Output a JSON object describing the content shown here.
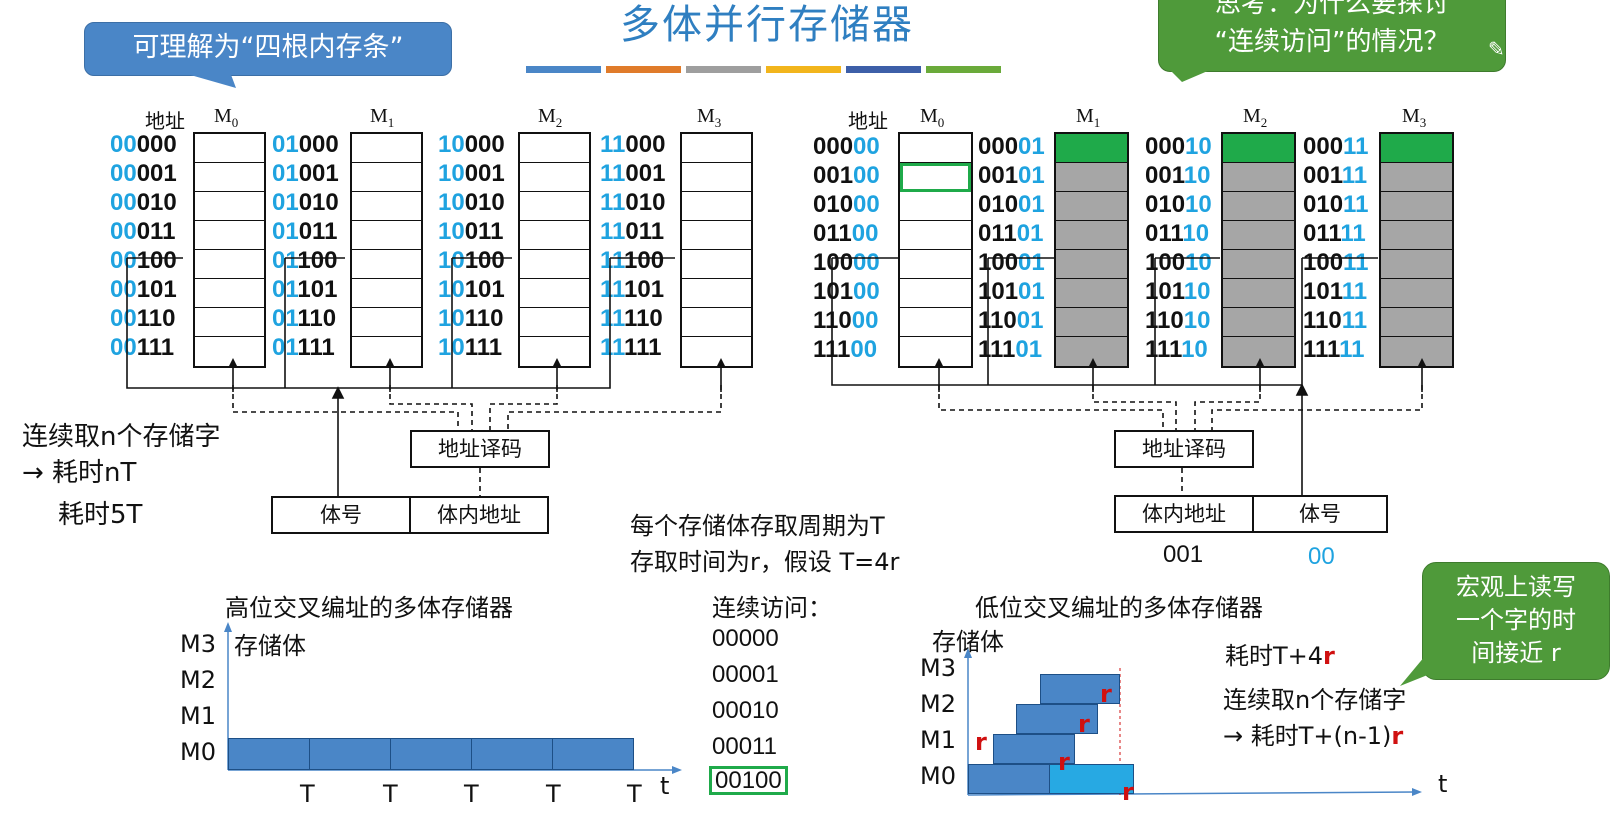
{
  "title": "多体并行存储器",
  "callout_left": "可理解为“四根内存条”",
  "callout_right_lines": [
    "思考：为什么要探讨",
    "“连续访问”的情况？"
  ],
  "callout_bottom_lines": [
    "宏观上读写",
    "一个字的时",
    "间接近 r"
  ],
  "accent_colors": [
    "#4a86c7",
    "#e07b2a",
    "#9e9e9e",
    "#f2b51c",
    "#3d5fa8",
    "#6aaa3a"
  ],
  "left_diagram": {
    "addr_label": "地址",
    "modules": [
      {
        "name": "M",
        "sub": "0",
        "prefix": "00",
        "suffixes": [
          "000",
          "001",
          "010",
          "011",
          "100",
          "101",
          "110",
          "111"
        ]
      },
      {
        "name": "M",
        "sub": "1",
        "prefix": "01",
        "suffixes": [
          "000",
          "001",
          "010",
          "011",
          "100",
          "101",
          "110",
          "111"
        ]
      },
      {
        "name": "M",
        "sub": "2",
        "prefix": "10",
        "suffixes": [
          "000",
          "001",
          "010",
          "011",
          "100",
          "101",
          "110",
          "111"
        ]
      },
      {
        "name": "M",
        "sub": "3",
        "prefix": "11",
        "suffixes": [
          "000",
          "001",
          "010",
          "011",
          "100",
          "101",
          "110",
          "111"
        ]
      }
    ],
    "decoder": "地址译码",
    "field_bank": "体号",
    "field_inner": "体内地址",
    "note_line1": "连续取n个存储字",
    "note_line2": "→ 耗时nT",
    "note_line3": "耗时5T"
  },
  "right_diagram": {
    "addr_label": "地址",
    "modules": [
      {
        "name": "M",
        "sub": "0",
        "suffix": "00",
        "prefixes": [
          "000",
          "001",
          "010",
          "011",
          "100",
          "101",
          "110",
          "111"
        ]
      },
      {
        "name": "M",
        "sub": "1",
        "suffix": "01",
        "prefixes": [
          "000",
          "001",
          "010",
          "011",
          "100",
          "101",
          "110",
          "111"
        ]
      },
      {
        "name": "M",
        "sub": "2",
        "suffix": "10",
        "prefixes": [
          "000",
          "001",
          "010",
          "011",
          "100",
          "101",
          "110",
          "111"
        ]
      },
      {
        "name": "M",
        "sub": "3",
        "suffix": "11",
        "prefixes": [
          "000",
          "001",
          "010",
          "011",
          "100",
          "101",
          "110",
          "111"
        ]
      }
    ],
    "decoder": "地址译码",
    "field_inner": "体内地址",
    "field_bank": "体号",
    "field_inner_value": "001",
    "field_bank_value": "00"
  },
  "center_text": {
    "line1": "每个存储体存取周期为T",
    "line2": "存取时间为r，假设 T=4r"
  },
  "high_interleave": {
    "title": "高位交叉编址的多体存储器",
    "axis_label": "存储体",
    "rows": [
      "M3",
      "M2",
      "M1",
      "M0"
    ],
    "t_ticks": [
      "T",
      "T",
      "T",
      "T",
      "T"
    ],
    "t_axis": "t"
  },
  "sequence": {
    "title": "连续访问：",
    "items": [
      "00000",
      "00001",
      "00010",
      "00011",
      "00100"
    ]
  },
  "low_interleave": {
    "title": "低位交叉编址的多体存储器",
    "axis_label": "存储体",
    "rows": [
      "M3",
      "M2",
      "M1",
      "M0"
    ],
    "r_label": "r",
    "t_axis": "t",
    "time_prefix": "耗时T+4",
    "time_suffix": "r",
    "note1": "连续取n个存储字",
    "note2_prefix": "→ 耗时T+(n-1)",
    "note2_suffix": "r"
  }
}
